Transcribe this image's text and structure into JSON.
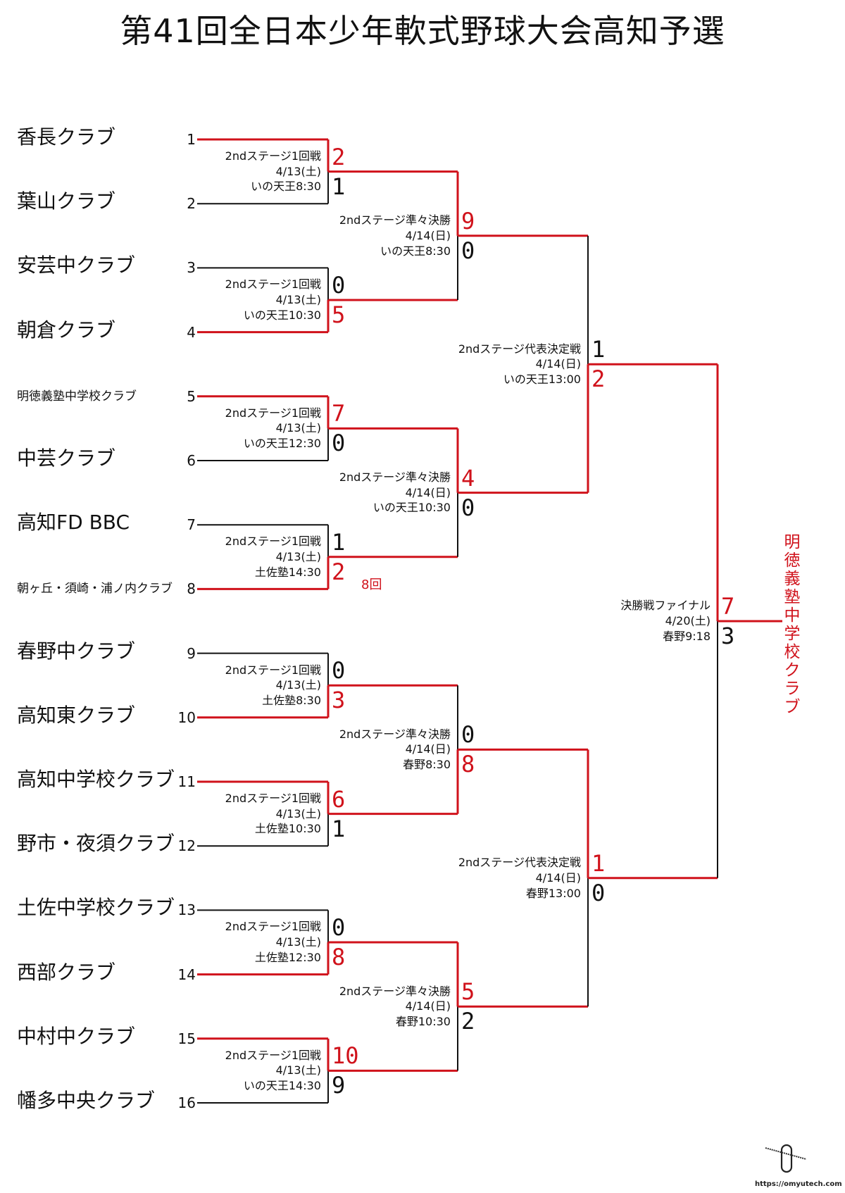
{
  "title": "第41回全日本少年軟式野球大会高知予選",
  "colors": {
    "win": "#d0121b",
    "line": "#111111"
  },
  "teams": [
    {
      "seed": "1",
      "name": "香長クラブ"
    },
    {
      "seed": "2",
      "name": "葉山クラブ"
    },
    {
      "seed": "3",
      "name": "安芸中クラブ"
    },
    {
      "seed": "4",
      "name": "朝倉クラブ"
    },
    {
      "seed": "5",
      "name": "明徳義塾中学校クラブ",
      "small": true
    },
    {
      "seed": "6",
      "name": "中芸クラブ"
    },
    {
      "seed": "7",
      "name": "高知FD BBC"
    },
    {
      "seed": "8",
      "name": "朝ヶ丘・須崎・浦ノ内クラブ",
      "small": true
    },
    {
      "seed": "9",
      "name": "春野中クラブ"
    },
    {
      "seed": "10",
      "name": "高知東クラブ"
    },
    {
      "seed": "11",
      "name": "高知中学校クラブ"
    },
    {
      "seed": "12",
      "name": "野市・夜須クラブ"
    },
    {
      "seed": "13",
      "name": "土佐中学校クラブ"
    },
    {
      "seed": "14",
      "name": "西部クラブ"
    },
    {
      "seed": "15",
      "name": "中村中クラブ"
    },
    {
      "seed": "16",
      "name": "幡多中央クラブ"
    }
  ],
  "rounds": [
    [
      {
        "label": [
          "2ndステージ1回戦",
          "4/13(土)",
          "いの天王8:30"
        ],
        "scores": [
          "2",
          "1"
        ],
        "winner": 0
      },
      {
        "label": [
          "2ndステージ1回戦",
          "4/13(土)",
          "いの天王10:30"
        ],
        "scores": [
          "0",
          "5"
        ],
        "winner": 1
      },
      {
        "label": [
          "2ndステージ1回戦",
          "4/13(土)",
          "いの天王12:30"
        ],
        "scores": [
          "7",
          "0"
        ],
        "winner": 0
      },
      {
        "label": [
          "2ndステージ1回戦",
          "4/13(土)",
          "土佐塾14:30"
        ],
        "scores": [
          "1",
          "2"
        ],
        "winner": 1,
        "note": "8回"
      },
      {
        "label": [
          "2ndステージ1回戦",
          "4/13(土)",
          "土佐塾8:30"
        ],
        "scores": [
          "0",
          "3"
        ],
        "winner": 1
      },
      {
        "label": [
          "2ndステージ1回戦",
          "4/13(土)",
          "土佐塾10:30"
        ],
        "scores": [
          "6",
          "1"
        ],
        "winner": 0
      },
      {
        "label": [
          "2ndステージ1回戦",
          "4/13(土)",
          "土佐塾12:30"
        ],
        "scores": [
          "0",
          "8"
        ],
        "winner": 1
      },
      {
        "label": [
          "2ndステージ1回戦",
          "4/13(土)",
          "いの天王14:30"
        ],
        "scores": [
          "10",
          "9"
        ],
        "winner": 0
      }
    ],
    [
      {
        "label": [
          "2ndステージ準々決勝",
          "4/14(日)",
          "いの天王8:30"
        ],
        "scores": [
          "9",
          "0"
        ],
        "winner": 0
      },
      {
        "label": [
          "2ndステージ準々決勝",
          "4/14(日)",
          "いの天王10:30"
        ],
        "scores": [
          "4",
          "0"
        ],
        "winner": 0
      },
      {
        "label": [
          "2ndステージ準々決勝",
          "4/14(日)",
          "春野8:30"
        ],
        "scores": [
          "0",
          "8"
        ],
        "winner": 1
      },
      {
        "label": [
          "2ndステージ準々決勝",
          "4/14(日)",
          "春野10:30"
        ],
        "scores": [
          "5",
          "2"
        ],
        "winner": 0
      }
    ],
    [
      {
        "label": [
          "2ndステージ代表決定戦",
          "4/14(日)",
          "いの天王13:00"
        ],
        "scores": [
          "1",
          "2"
        ],
        "winner": 1
      },
      {
        "label": [
          "2ndステージ代表決定戦",
          "4/14(日)",
          "春野13:00"
        ],
        "scores": [
          "1",
          "0"
        ],
        "winner": 0
      }
    ],
    [
      {
        "label": [
          "決勝戦ファイナル",
          "4/20(土)",
          "春野9:18"
        ],
        "scores": [
          "7",
          "3"
        ],
        "winner": 0
      }
    ]
  ],
  "champion": "明徳義塾中学校クラブ",
  "watermark": {
    "logo": "omyutech",
    "url": "https://omyutech.com"
  }
}
